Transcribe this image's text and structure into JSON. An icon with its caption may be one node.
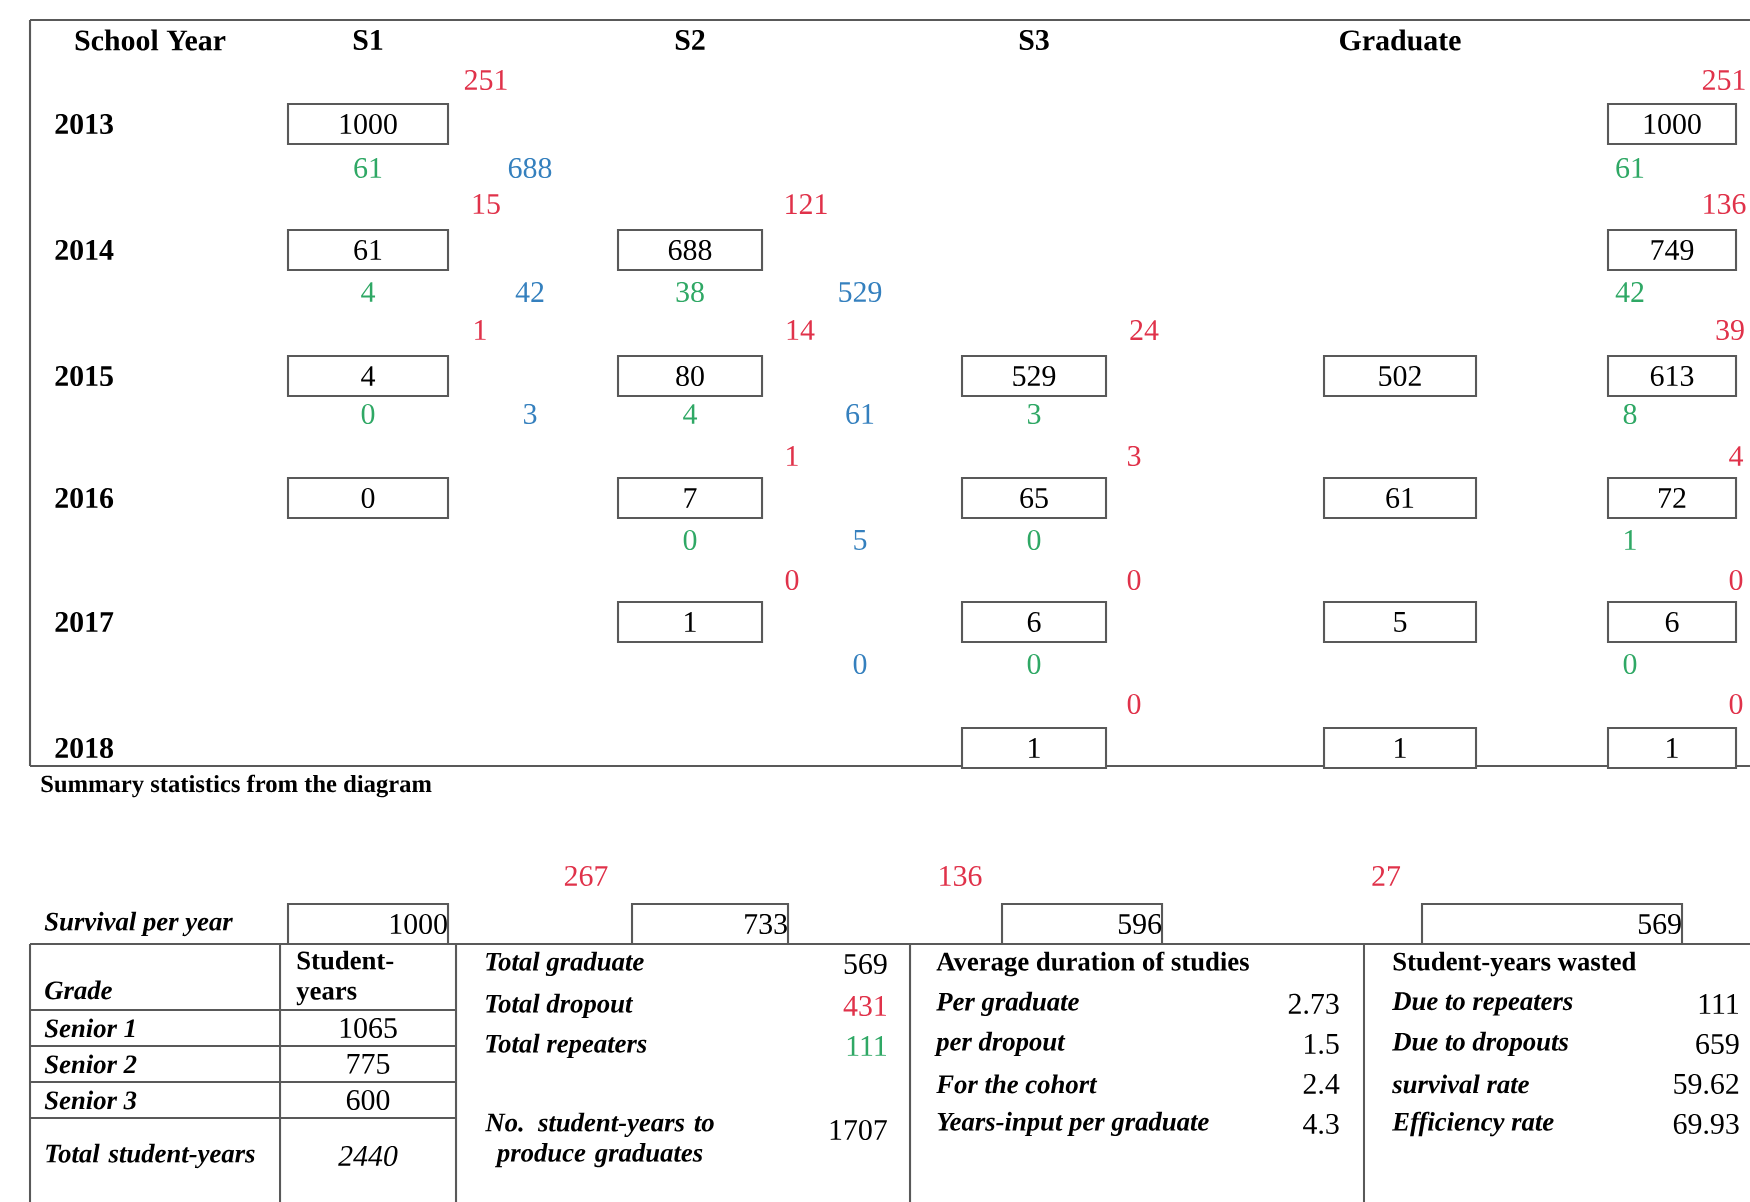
{
  "diagram": {
    "nodes": [
      {
        "text": [
          "1000"
        ]
      },
      {
        "text": [
          "1000"
        ]
      },
      {
        "text": [
          "61"
        ]
      },
      {
        "text": [
          "688"
        ]
      },
      {
        "text": [
          "749"
        ]
      },
      {
        "text": [
          "4"
        ]
      },
      {
        "text": [
          "80"
        ]
      },
      {
        "text": [
          "529"
        ]
      },
      {
        "text": [
          "502"
        ]
      },
      {
        "text": [
          "613"
        ]
      },
      {
        "text": [
          "0"
        ]
      },
      {
        "text": [
          "7"
        ]
      },
      {
        "text": [
          "65"
        ]
      },
      {
        "text": [
          "61"
        ]
      },
      {
        "text": [
          "72"
        ]
      },
      {
        "text": [
          "1"
        ]
      },
      {
        "text": [
          "6"
        ]
      },
      {
        "text": [
          "5"
        ]
      },
      {
        "text": [
          "6"
        ]
      },
      {
        "text": [
          "1"
        ]
      },
      {
        "text": [
          "1"
        ]
      },
      {
        "text": [
          "1"
        ]
      },
      {
        "text": [
          "1000"
        ]
      },
      {
        "text": [
          "733"
        ]
      },
      {
        "text": [
          "596"
        ]
      },
      {
        "text": [
          "569"
        ]
      }
    ],
    "labels": [
      "School Year",
      "S1",
      "S2",
      "S3",
      "Graduate",
      "251",
      "251",
      "2013",
      "61",
      "688",
      "61",
      "15",
      "121",
      "136",
      "2014",
      "4",
      "42",
      "38",
      "529",
      "42",
      "1",
      "14",
      "24",
      "39",
      "2015",
      "0",
      "3",
      "4",
      "61",
      "3",
      "8",
      "1",
      "3",
      "4",
      "2016",
      "0",
      "5",
      "0",
      "1",
      "0",
      "0",
      "0",
      "2017",
      "0",
      "0",
      "0",
      "0",
      "0",
      "2018",
      "Summary statistics from the diagram",
      "267",
      "136",
      "27",
      "Survival per year",
      "Grade",
      "Student-years",
      "Senior 1",
      "1065",
      "Senior 2",
      "775",
      "Senior 3",
      "600",
      "Total student-years",
      "2440",
      "Total graduate",
      "569",
      "Total dropout",
      "431",
      "Total repeaters",
      "111",
      "No. student-years to produce graduates",
      "1707",
      "Average duration of studies",
      "Per graduate",
      "2.73",
      "per dropout",
      "1.5",
      "For the cohort",
      "2.4",
      "Years-input per graduate",
      "4.3",
      "Student-years wasted",
      "Due to repeaters",
      "111",
      "Due to dropouts",
      "659",
      "survival rate",
      "59.62",
      "Efficiency rate",
      "69.93"
    ]
  }
}
